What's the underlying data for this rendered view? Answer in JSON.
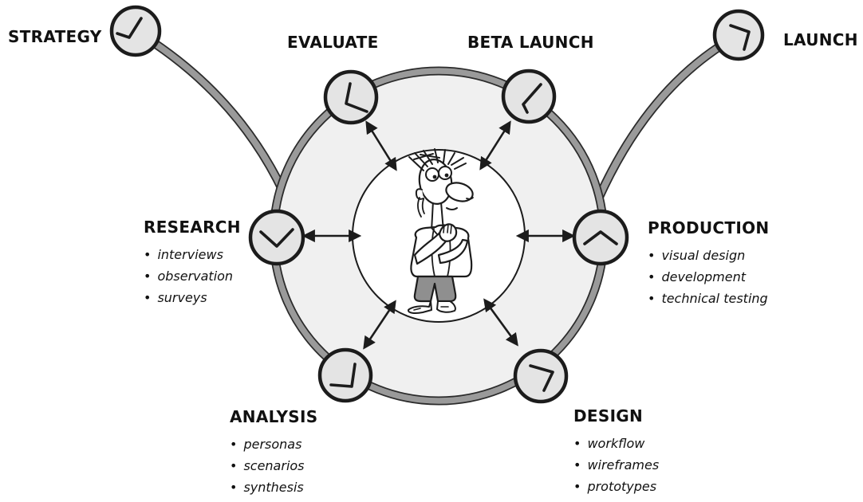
{
  "diagram": {
    "name": "ux-design-process-cycle",
    "center_figure": "thinking-person-cartoon",
    "stages": [
      {
        "id": "strategy",
        "label": "STRATEGY",
        "items": []
      },
      {
        "id": "evaluate",
        "label": "EVALUATE",
        "items": []
      },
      {
        "id": "beta-launch",
        "label": "BETA LAUNCH",
        "items": []
      },
      {
        "id": "launch",
        "label": "LAUNCH",
        "items": []
      },
      {
        "id": "research",
        "label": "RESEARCH",
        "items": [
          "interviews",
          "observation",
          "surveys"
        ]
      },
      {
        "id": "production",
        "label": "PRODUCTION",
        "items": [
          "visual design",
          "development",
          "technical testing"
        ]
      },
      {
        "id": "analysis",
        "label": "ANALYSIS",
        "items": [
          "personas",
          "scenarios",
          "synthesis"
        ]
      },
      {
        "id": "design",
        "label": "DESIGN",
        "items": [
          "workflow",
          "wireframes",
          "prototypes"
        ]
      }
    ],
    "icons": {
      "stage_marker": "clock-icon",
      "flow_arrow": "double-headed-arrow-icon",
      "center": "thinking-person-illustration"
    },
    "colors": {
      "background": "#ffffff",
      "ring_band": "#9a9a9a",
      "ring_fill": "#f0f0f0",
      "outline": "#1c1c1c",
      "clock_fill": "#e4e4e4",
      "text": "#111111",
      "pants": "#8f8f8f"
    }
  }
}
